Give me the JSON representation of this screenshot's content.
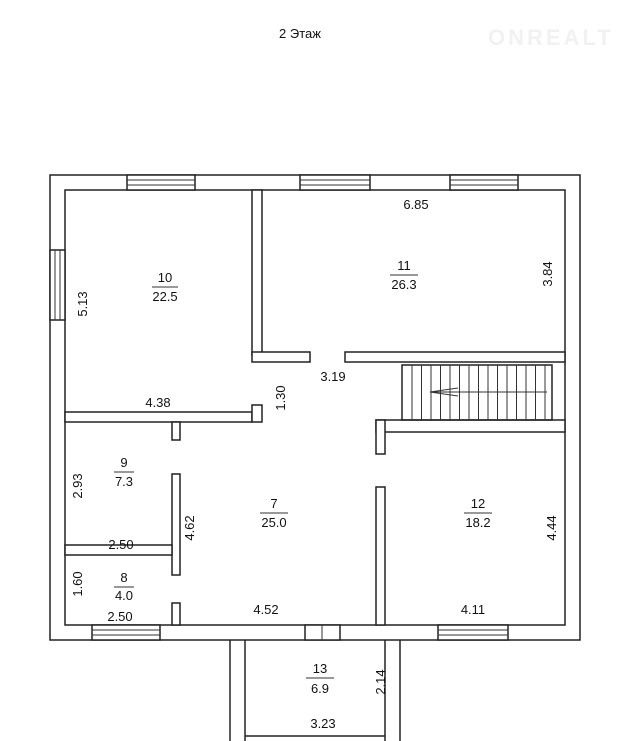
{
  "title": "2 Этаж",
  "watermark": "ONREALT",
  "rooms": [
    {
      "number": "10",
      "area": "22.5"
    },
    {
      "number": "11",
      "area": "26.3"
    },
    {
      "number": "9",
      "area": "7.3"
    },
    {
      "number": "7",
      "area": "25.0"
    },
    {
      "number": "12",
      "area": "18.2"
    },
    {
      "number": "8",
      "area": "4.0"
    },
    {
      "number": "13",
      "area": "6.9"
    }
  ],
  "dimensions": {
    "d685": "6.85",
    "d513": "5.13",
    "d384": "3.84",
    "d438": "4.38",
    "d130": "1.30",
    "d319": "3.19",
    "d293": "2.93",
    "d462": "4.62",
    "d444": "4.44",
    "d250a": "2.50",
    "d160": "1.60",
    "d250b": "2.50",
    "d452": "4.52",
    "d411": "4.11",
    "d214": "2.14",
    "d323": "3.23"
  }
}
